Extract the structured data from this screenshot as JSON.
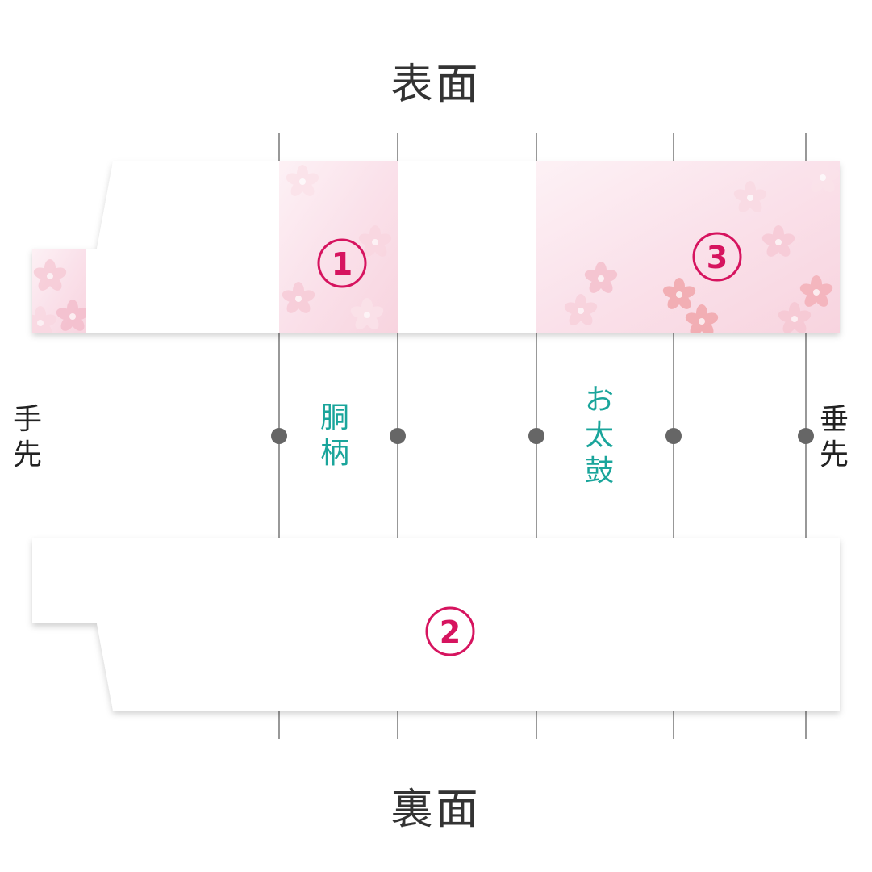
{
  "titles": {
    "front": "表面",
    "back": "裏面"
  },
  "labels": {
    "tesaki": "手\n先",
    "tare": "垂\n先",
    "dou": "胴\n柄",
    "taiko": "お\n太\n鼓"
  },
  "badges": {
    "one": "1",
    "two": "2",
    "three": "3"
  },
  "colors": {
    "badge": "#d6145f",
    "label_teal": "#1aa59b",
    "blossom_light": "#fbe3ea",
    "blossom_mid": "#f6bccb",
    "blossom_deep": "#f1a3a8",
    "divider": "#555555",
    "marker": "#666666"
  }
}
